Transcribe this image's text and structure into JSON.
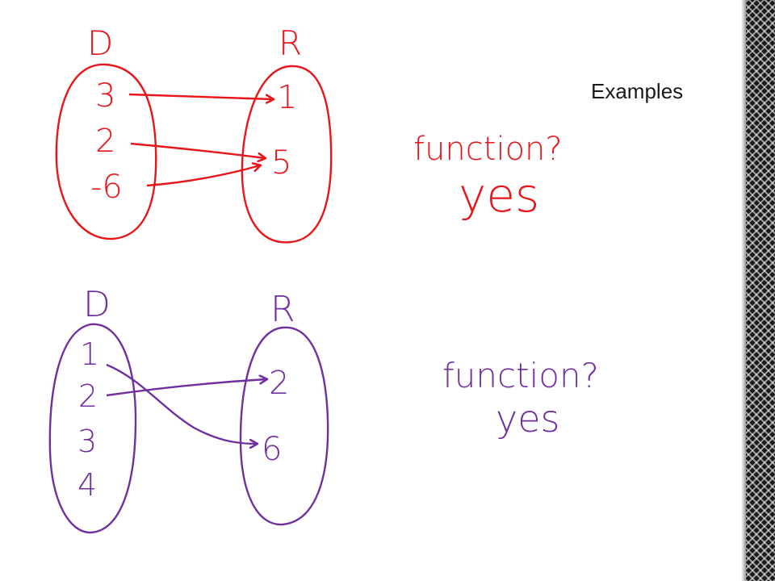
{
  "slide": {
    "title": "Examples"
  },
  "diagrams": [
    {
      "color": "#e8161b",
      "domain_label": "D",
      "range_label": "R",
      "domain_values": [
        "3",
        "2",
        "-6"
      ],
      "range_values": [
        "1",
        "5"
      ],
      "mappings": [
        [
          "3",
          "1"
        ],
        [
          "2",
          "5"
        ],
        [
          "-6",
          "5"
        ]
      ],
      "question": "function?",
      "answer": "yes"
    },
    {
      "color": "#7030a0",
      "domain_label": "D",
      "range_label": "R",
      "domain_values": [
        "1",
        "2",
        "3",
        "4"
      ],
      "range_values": [
        "2",
        "6"
      ],
      "mappings": [
        [
          "1",
          "6"
        ],
        [
          "2",
          "2"
        ]
      ],
      "question": "function?",
      "answer": "yes"
    }
  ],
  "border": {
    "color": "#1b1b1b"
  }
}
